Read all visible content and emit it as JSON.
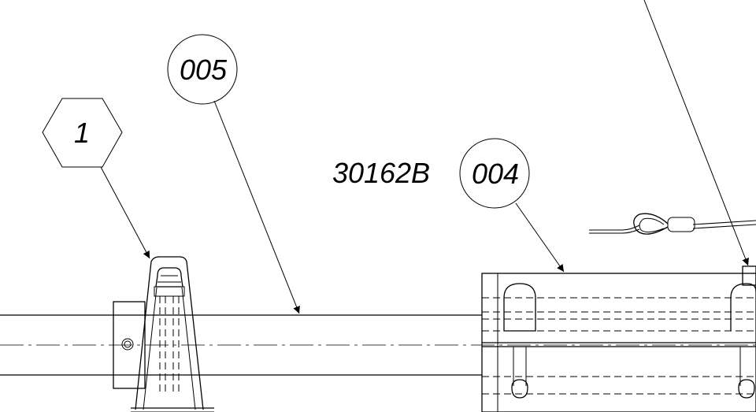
{
  "drawing": {
    "part_label": "30162B",
    "balloons": [
      {
        "id": "balloon-1",
        "text": "1",
        "shape": "hexagon"
      },
      {
        "id": "balloon-005",
        "text": "005",
        "shape": "circle"
      },
      {
        "id": "balloon-004",
        "text": "004",
        "shape": "circle"
      }
    ]
  },
  "colors": {
    "line": "#000000",
    "background": "#ffffff"
  }
}
